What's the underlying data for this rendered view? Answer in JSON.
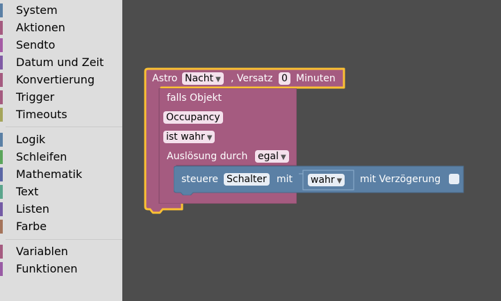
{
  "toolbox": {
    "group1": [
      {
        "label": "System",
        "color": "#5b80a5"
      },
      {
        "label": "Aktionen",
        "color": "#a55b80"
      },
      {
        "label": "Sendto",
        "color": "#a55ba5"
      },
      {
        "label": "Datum und Zeit",
        "color": "#805ba5"
      },
      {
        "label": "Konvertierung",
        "color": "#a55b80"
      },
      {
        "label": "Trigger",
        "color": "#a55b80"
      },
      {
        "label": "Timeouts",
        "color": "#a5a55b"
      }
    ],
    "group2": [
      {
        "label": "Logik",
        "color": "#5b80a5"
      },
      {
        "label": "Schleifen",
        "color": "#5ba55b"
      },
      {
        "label": "Mathematik",
        "color": "#5b67a5"
      },
      {
        "label": "Text",
        "color": "#5ba58c"
      },
      {
        "label": "Listen",
        "color": "#745ba5"
      },
      {
        "label": "Farbe",
        "color": "#a5745b"
      }
    ],
    "group3": [
      {
        "label": "Variablen",
        "color": "#a55b80"
      },
      {
        "label": "Funktionen",
        "color": "#995ba5"
      }
    ]
  },
  "astro": {
    "label": "Astro",
    "event": "Nacht",
    "versatz_label": ", Versatz",
    "offset": "0",
    "unit": "Minuten"
  },
  "falls": {
    "label": "falls Objekt",
    "object": "Occupancy",
    "condition": "ist wahr",
    "trigger_label": "Auslösung durch",
    "trigger": "egal"
  },
  "steuere": {
    "label": "steuere",
    "target": "Schalter",
    "mit": "mit",
    "value": "wahr",
    "delay_label": "mit Verzögerung"
  },
  "colors": {
    "toolbox": "#dddddd",
    "workspace": "#4d4d4d",
    "astro_block": "#a55b80",
    "control_block": "#5b80a5",
    "highlight": "#fcc133"
  }
}
